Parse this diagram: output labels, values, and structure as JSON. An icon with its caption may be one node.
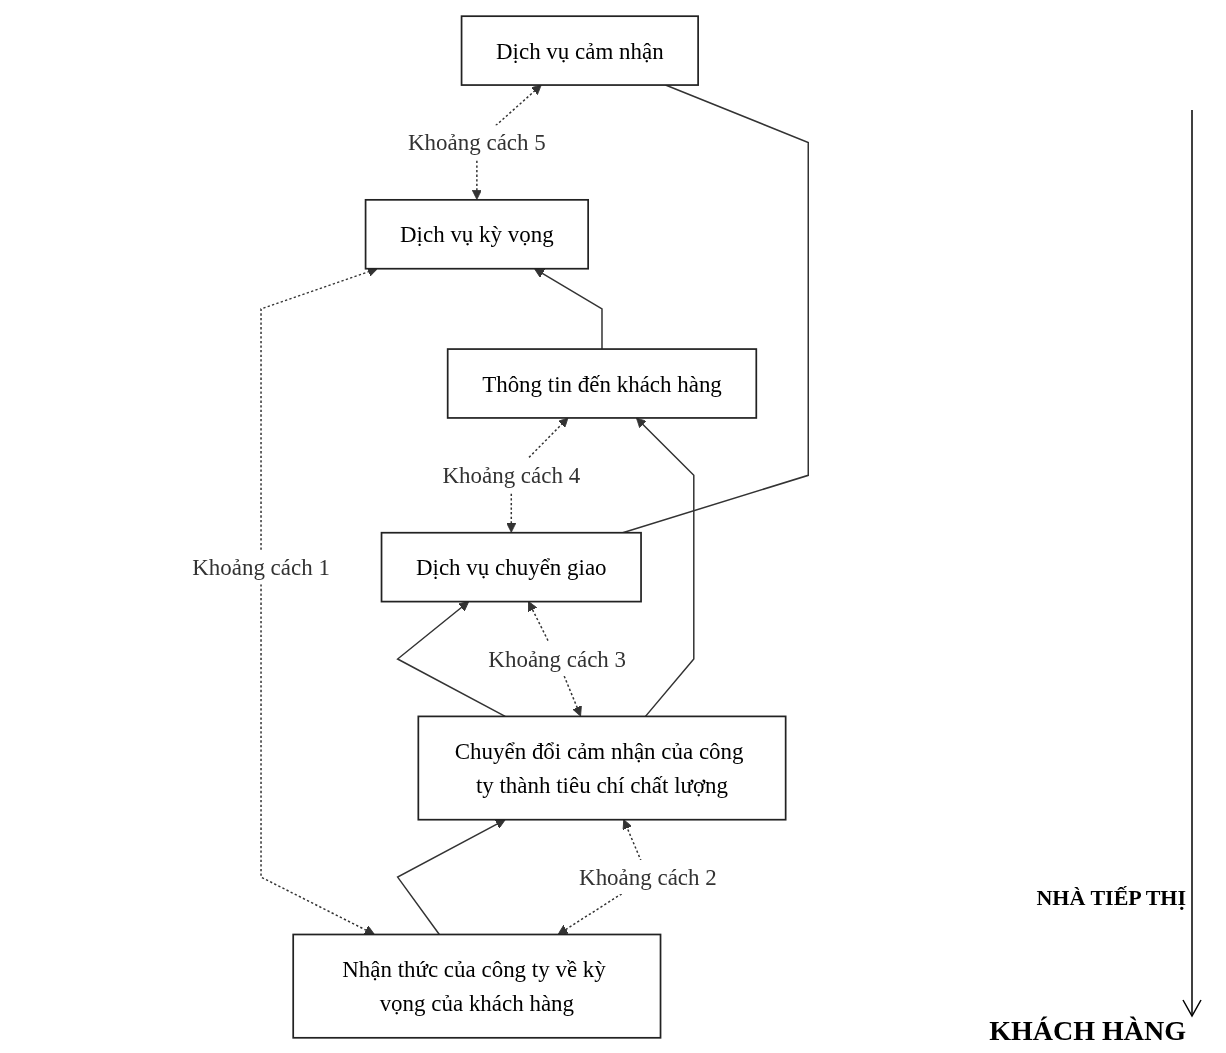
{
  "diagram": {
    "nodes": [
      {
        "text": [
          "Dịch vụ kỳ vọng"
        ]
      },
      {
        "text": [
          "Dịch vụ cảm nhận"
        ]
      },
      {
        "text": [
          "Dịch vụ chuyển giao"
        ]
      },
      {
        "text": [
          "Thông tin đến khách hàng"
        ]
      },
      {
        "text": [
          "Chuyển đổi cảm nhận của công ty thành tiêu chí chất lượng"
        ]
      },
      {
        "text": [
          "Nhận thức của công ty về kỳ vọng của khách hàng"
        ]
      }
    ],
    "edges": [
      {
        "from": 5,
        "to": 0,
        "arrow": "both",
        "style": "dashed",
        "label": "Khoảng cách 1"
      },
      {
        "from": 0,
        "to": 1,
        "arrow": "both",
        "style": "dashed",
        "label": "Khoảng cách 5"
      },
      {
        "from": 2,
        "to": 1,
        "arrow": "none"
      },
      {
        "from": 2,
        "to": 3,
        "arrow": "both",
        "style": "dashed",
        "label": "Khoảng cách 4"
      },
      {
        "from": 3,
        "to": 0,
        "arrow": "to"
      },
      {
        "from": 4,
        "to": 2,
        "arrow": "to"
      },
      {
        "from": 4,
        "to": 2,
        "arrow": "both",
        "style": "dashed",
        "label": "Khoảng cách 3"
      },
      {
        "from": 4,
        "to": 3,
        "arrow": "to"
      },
      {
        "from": 5,
        "to": 4,
        "arrow": "to"
      },
      {
        "from": 5,
        "to": 4,
        "arrow": "both",
        "style": "dashed",
        "label": "Khoảng cách 2"
      }
    ],
    "labels": [
      "NHÀ TIẾP THỊ",
      "KHÁCH HÀNG"
    ]
  }
}
